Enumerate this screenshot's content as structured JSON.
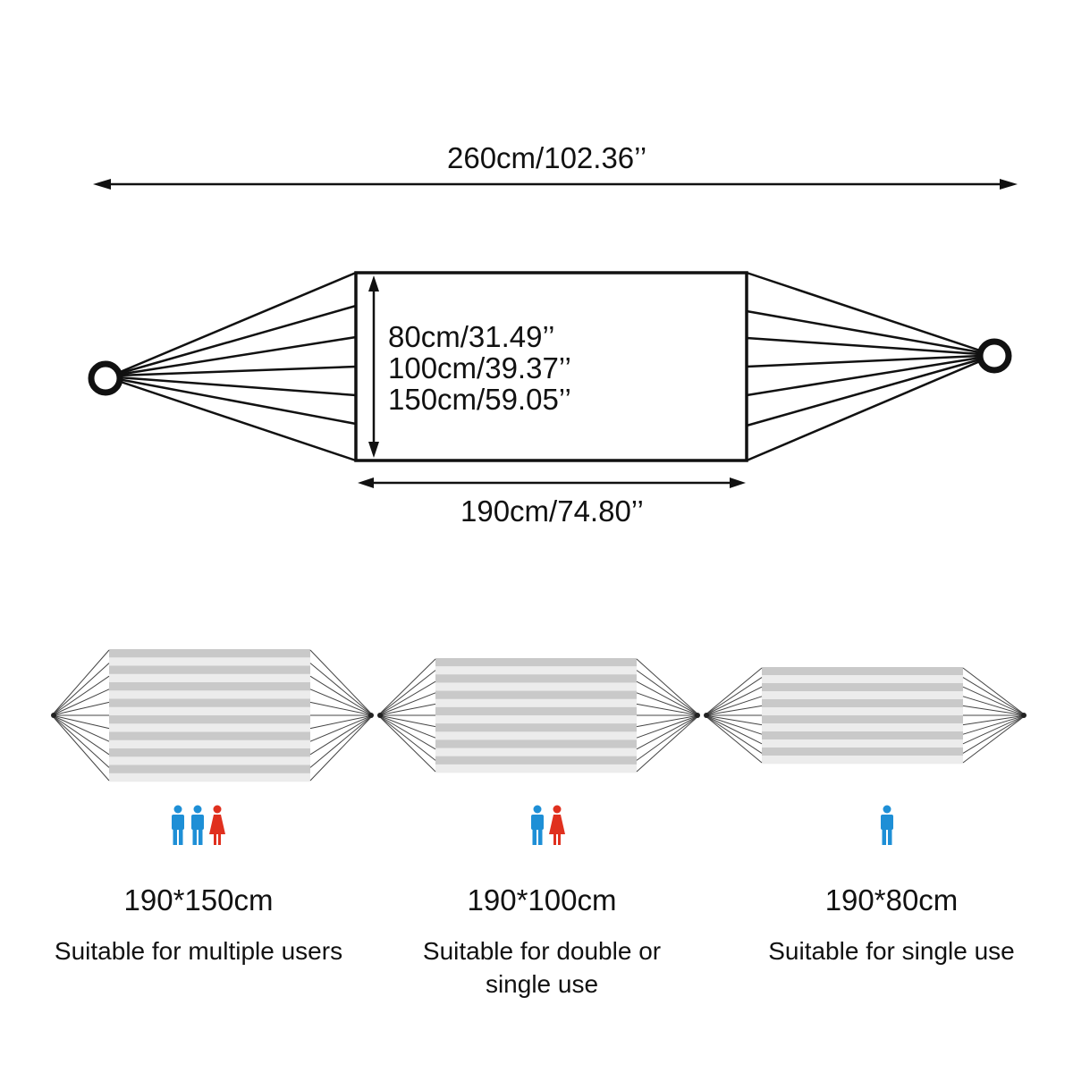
{
  "top_diagram": {
    "total_length": "260cm/102.36’’",
    "bed_width_options": [
      "80cm/31.49’’",
      "100cm/39.37’’",
      "150cm/59.05’’"
    ],
    "bed_length": "190cm/74.80’’"
  },
  "variants": [
    {
      "size": "190*150cm",
      "description": "Suitable for multiple users",
      "users": [
        "male",
        "male",
        "female"
      ]
    },
    {
      "size": "190*100cm",
      "description_line1": "Suitable for double or",
      "description_line2": "single use",
      "users": [
        "male",
        "female"
      ]
    },
    {
      "size": "190*80cm",
      "description": "Suitable for single use",
      "users": [
        "male"
      ]
    }
  ],
  "colors": {
    "male": "#1e8fd6",
    "female": "#e0301e",
    "line": "#111111",
    "stripe": "#c9c9c9"
  }
}
